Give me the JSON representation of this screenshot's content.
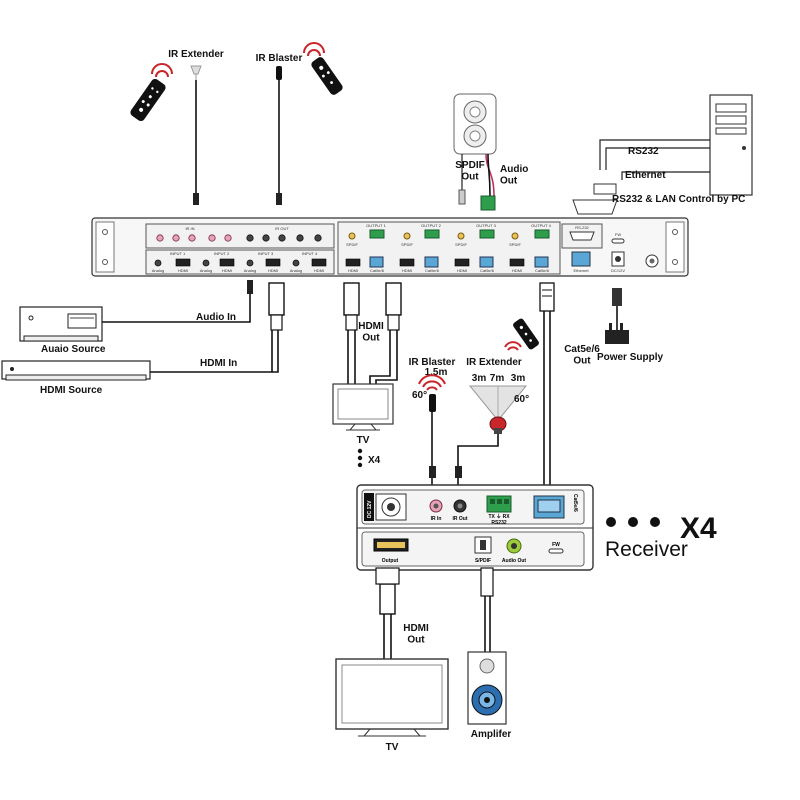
{
  "labels": {
    "ir_extender_top": "IR Extender",
    "ir_blaster_top": "IR Blaster",
    "spdif_out_top": "SPDIF\nOut",
    "audio_out_top": "Audio\nOut",
    "rs232": "RS232",
    "ethernet": "Ethernet",
    "rs232_lan_control": "RS232 & LAN Control by PC",
    "audio_in": "Audio In",
    "audio_source": "Auaio Source",
    "hdmi_in": "HDMI In",
    "hdmi_source": "HDMI Source",
    "hdmi_out_matrix": "HDMI\nOut",
    "tv_matrix": "TV",
    "x4_small": "X4",
    "ir_blaster_rx": "IR Blaster",
    "ir_blaster_len": "1.5m",
    "ir_blaster_angle": "60°",
    "ir_extender_rx": "IR Extender",
    "ir_extender_3m_left": "3m",
    "ir_extender_7m": "7m",
    "ir_extender_3m_right": "3m",
    "ir_extender_angle": "60°",
    "cat5e_out": "Cat5e/6\nOut",
    "power_supply": "Power Supply",
    "receiver": "Receiver",
    "x4_big": "X4",
    "hdmi_out_rx": "HDMI\nOut",
    "tv_rx": "TV",
    "amplifier": "Amplifer"
  },
  "matrix_panel": {
    "ir_in_header": "IR IN",
    "ir_out_header": "IR OUT",
    "input_labels": [
      "INPUT 1",
      "INPUT 2",
      "INPUT 3",
      "INPUT 4"
    ],
    "output_labels": [
      "OUTPUT 1",
      "OUTPUT 2",
      "OUTPUT 3",
      "OUTPUT 4"
    ],
    "port_labels": [
      "Analog",
      "HDMI",
      "Analog",
      "HDMI",
      "Analog",
      "HDMI",
      "Analog",
      "HDMI"
    ],
    "output_port_labels": [
      "HDMI",
      "Cat5e/6",
      "HDMI",
      "Cat5e/6",
      "HDMI",
      "Cat5e/6",
      "HDMI",
      "Cat5e/6"
    ],
    "spdif": "SPDIF",
    "rs232_port": "RS-232",
    "ethernet_port": "Ethernet",
    "fw": "FW",
    "dc": "DC/12V"
  },
  "receiver_panel": {
    "dc": "DC 12V",
    "ir_in": "IR In",
    "ir_out": "IR Out",
    "rs232_terms": "TX  ⏚  RX",
    "rs232": "RS232",
    "cat": "Cat5e/6",
    "output": "Output",
    "spdif": "S/PDIF",
    "audio_out": "Audio Out",
    "fw": "FW"
  },
  "colors": {
    "pink_jack": "#e4a3b6",
    "green_terminal": "#2e9e4d",
    "ethernet_blue": "#5aa7d6",
    "ir_red": "#c8262a"
  },
  "icons": [
    "remote-control-icon",
    "ir-signal-icon",
    "dots-icon"
  ]
}
